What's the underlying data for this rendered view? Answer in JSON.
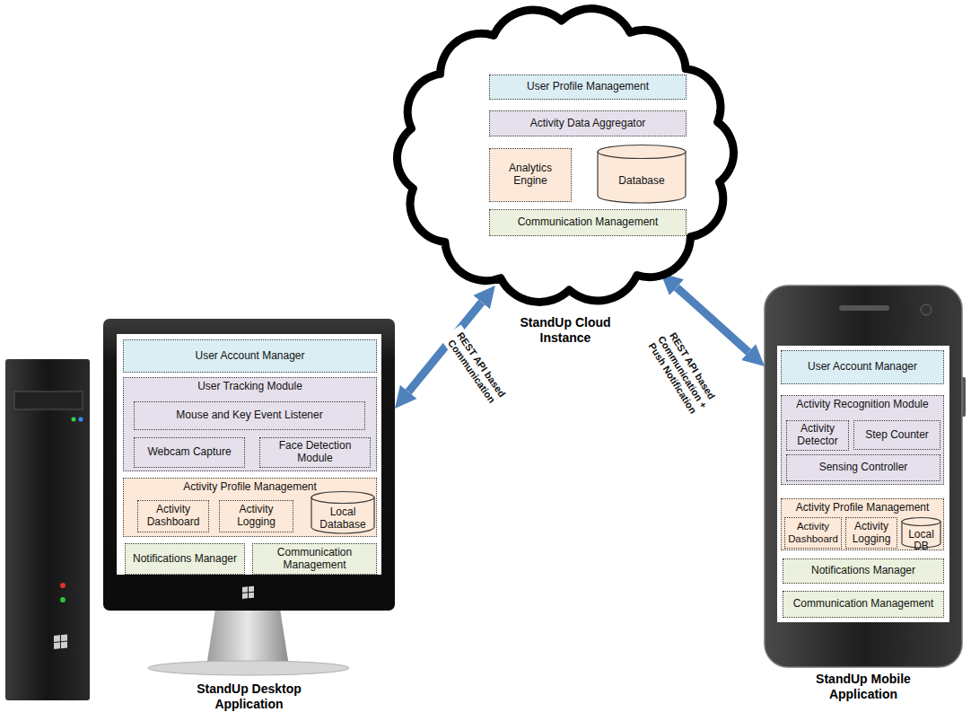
{
  "diagram": {
    "nodes": [
      {
        "text": [
          "StandUp Cloud Instance"
        ]
      },
      {
        "text": [
          "User Profile Management"
        ],
        "in": 0
      },
      {
        "text": [
          "Activity Data Aggregator"
        ],
        "in": 0
      },
      {
        "text": [
          "Analytics Engine"
        ],
        "in": 0
      },
      {
        "text": [
          "Database"
        ],
        "in": 0
      },
      {
        "text": [
          "Communication Management"
        ],
        "in": 0
      },
      {
        "text": [
          "StandUp Desktop Application"
        ]
      },
      {
        "text": [
          "User Account Manager"
        ],
        "in": 6
      },
      {
        "text": [
          "User Tracking Module"
        ],
        "in": 6
      },
      {
        "text": [
          "Mouse and Key Event Listener"
        ],
        "in": 8
      },
      {
        "text": [
          "Webcam Capture"
        ],
        "in": 8
      },
      {
        "text": [
          "Face Detection Module"
        ],
        "in": 8
      },
      {
        "text": [
          "Activity Profile Management"
        ],
        "in": 6
      },
      {
        "text": [
          "Activity Dashboard"
        ],
        "in": 12
      },
      {
        "text": [
          "Activity Logging"
        ],
        "in": 12
      },
      {
        "text": [
          "Local Database"
        ],
        "in": 12
      },
      {
        "text": [
          "Notifications Manager"
        ],
        "in": 6
      },
      {
        "text": [
          "Communication Management"
        ],
        "in": 6
      },
      {
        "text": [
          "StandUp Mobile Application"
        ]
      },
      {
        "text": [
          "User Account Manager"
        ],
        "in": 18
      },
      {
        "text": [
          "Activity Recognition Module"
        ],
        "in": 18
      },
      {
        "text": [
          "Activity Detector"
        ],
        "in": 20
      },
      {
        "text": [
          "Step Counter"
        ],
        "in": 20
      },
      {
        "text": [
          "Sensing Controller"
        ],
        "in": 20
      },
      {
        "text": [
          "Activity Profile Management"
        ],
        "in": 18
      },
      {
        "text": [
          "Activity Dashboard"
        ],
        "in": 24
      },
      {
        "text": [
          "Activity Logging"
        ],
        "in": 24
      },
      {
        "text": [
          "Local DB"
        ],
        "in": 24
      },
      {
        "text": [
          "Notifications Manager"
        ],
        "in": 18
      },
      {
        "text": [
          "Communication Management"
        ],
        "in": 18
      }
    ],
    "edges": [
      {
        "from": 0,
        "to": 6,
        "arrow": "both",
        "label": "REST API based Communication"
      },
      {
        "from": 0,
        "to": 18,
        "arrow": "both",
        "label": "REST API based Communication + Push Notification"
      }
    ]
  }
}
